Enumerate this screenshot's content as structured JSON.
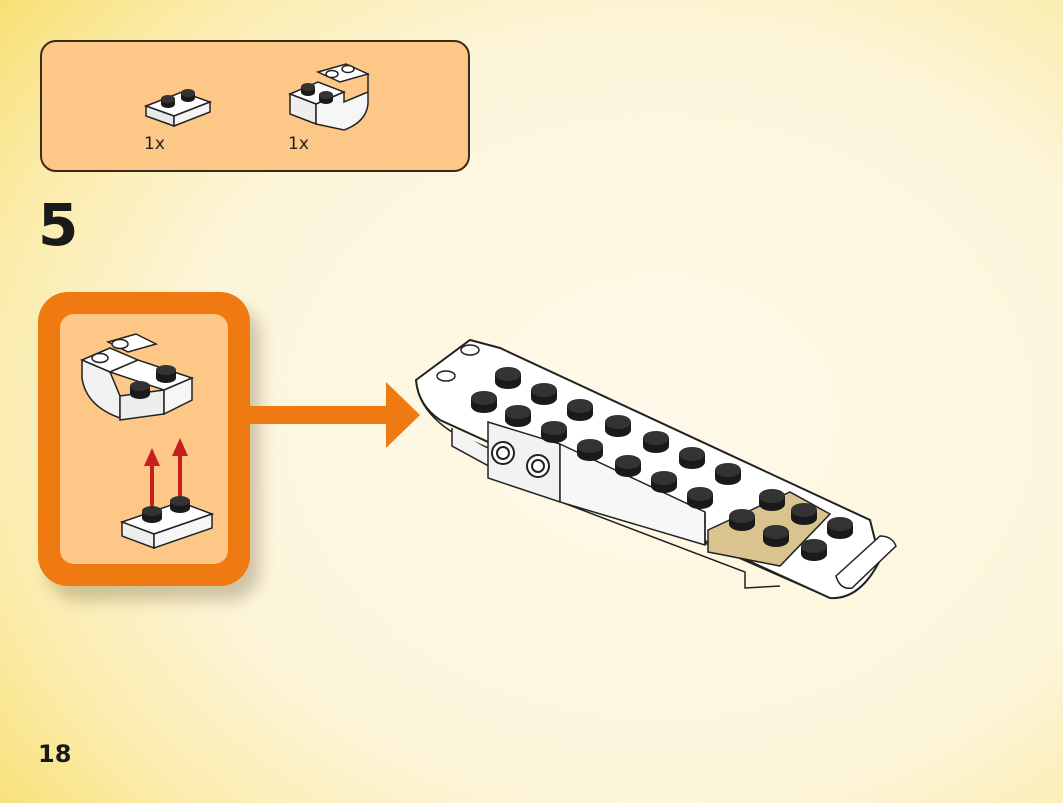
{
  "parts_list": {
    "items": [
      {
        "icon": "plate-1x2-icon",
        "quantity": "1x"
      },
      {
        "icon": "inverted-slope-brick-icon",
        "quantity": "1x"
      }
    ]
  },
  "step": {
    "number": "5"
  },
  "page": {
    "number": "18"
  },
  "colors": {
    "parts_box_bg": "#fdc887",
    "callout_frame": "#f07a12",
    "arrow": "#f07a12",
    "assembly_arrow": "#c81e1e",
    "tan_plate": "#d9c48f",
    "stud_black": "#1a1a1a"
  }
}
